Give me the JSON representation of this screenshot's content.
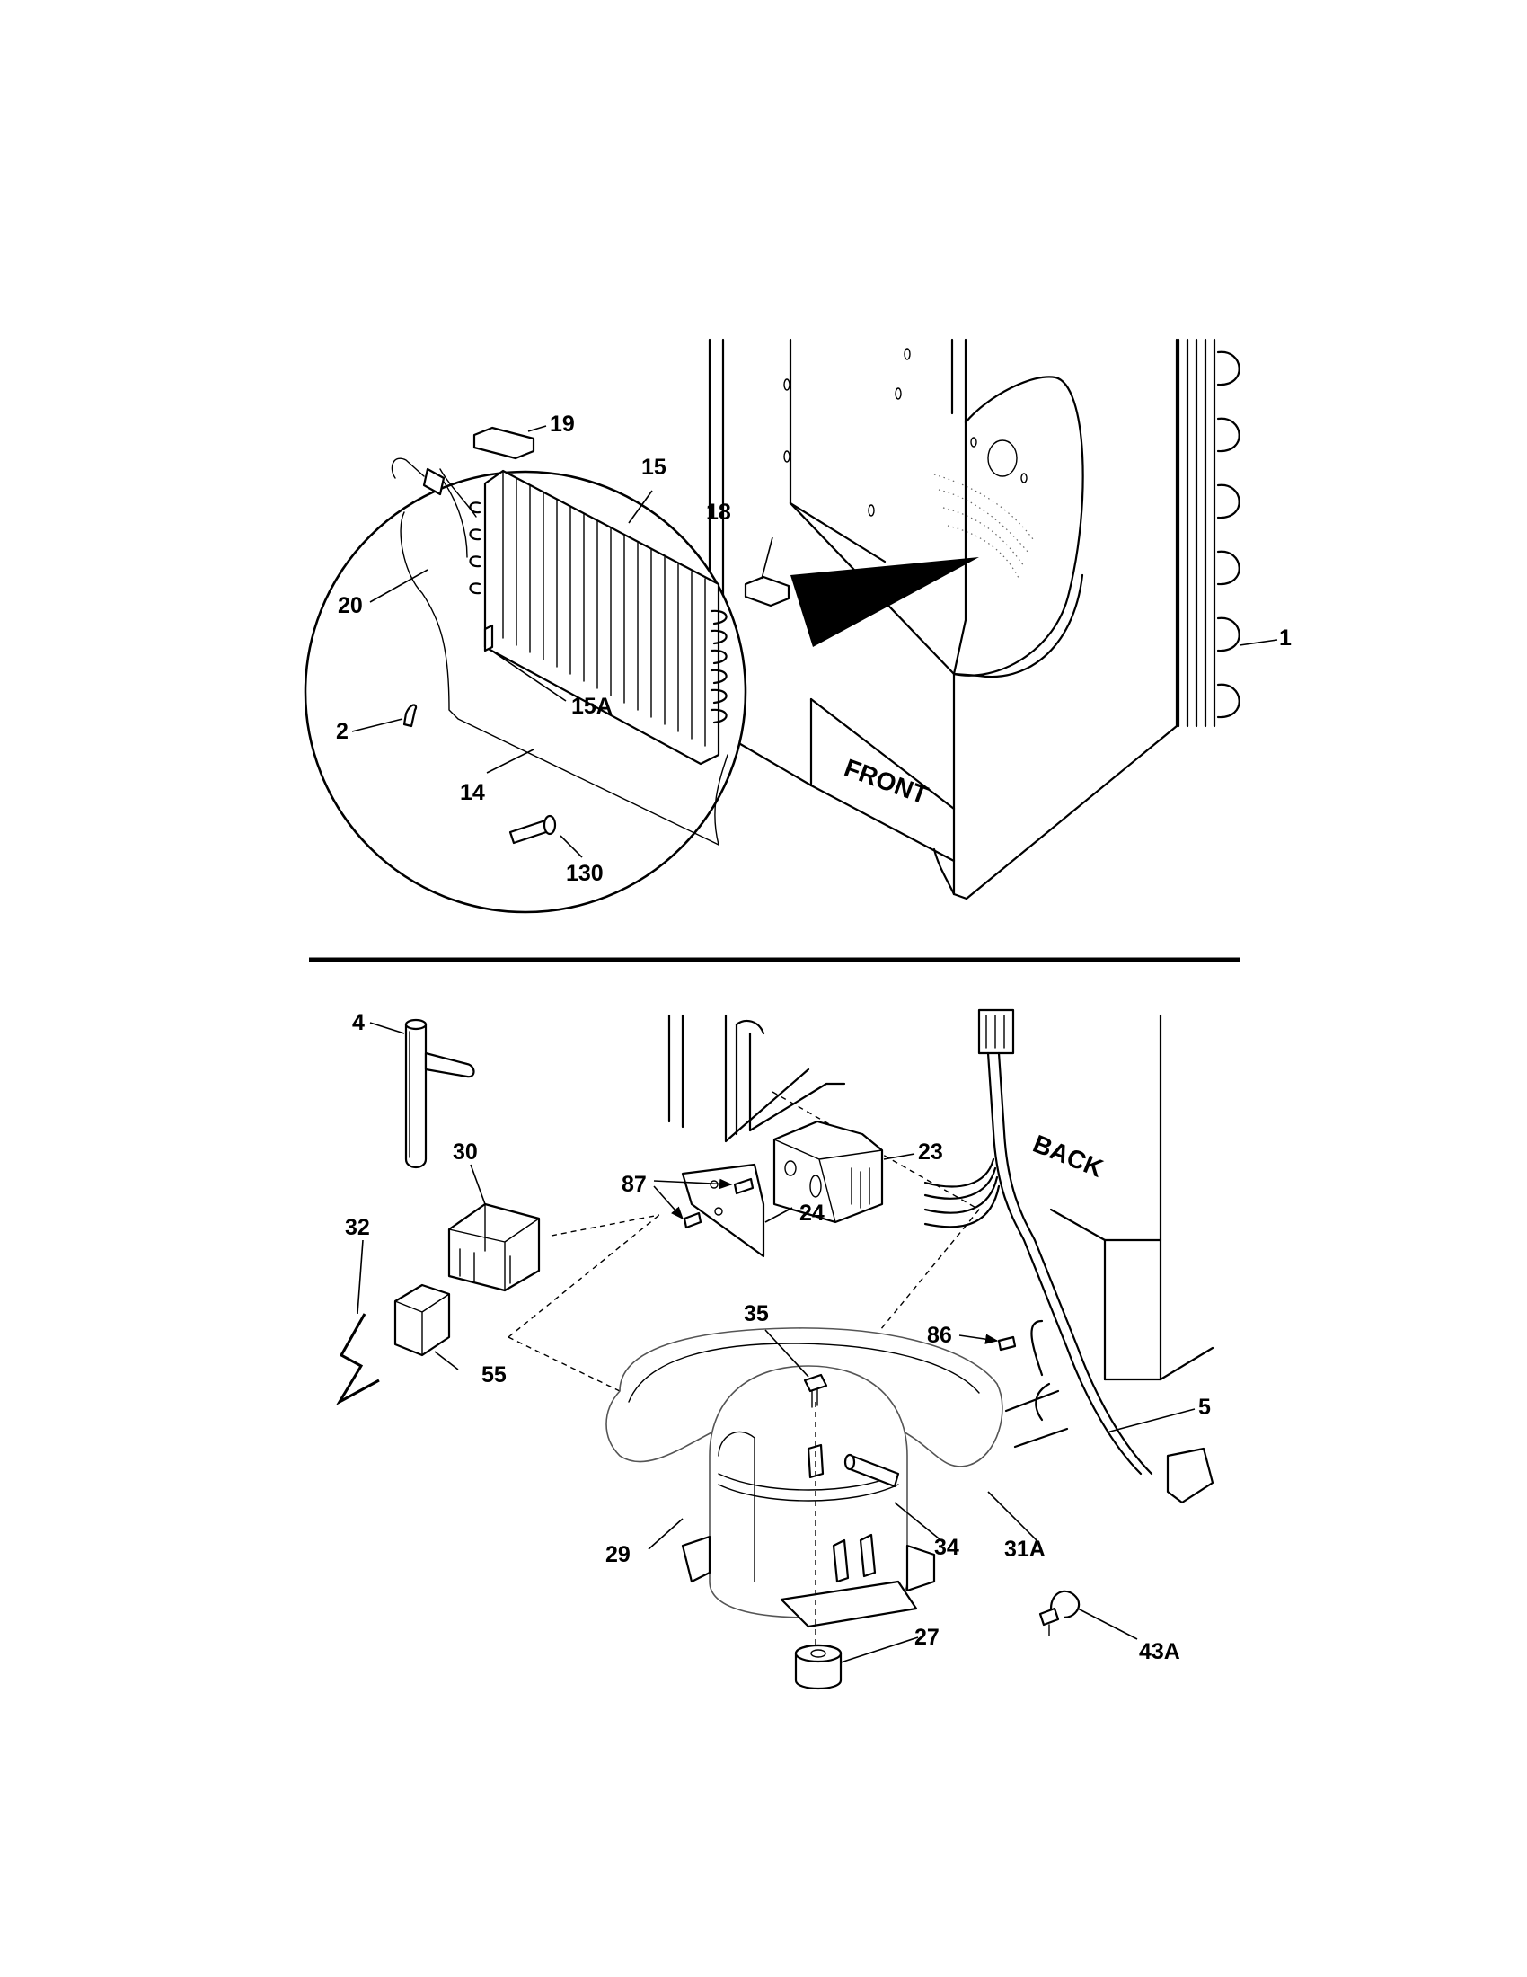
{
  "callouts": {
    "c1": "1",
    "c2": "2",
    "c4": "4",
    "c5": "5",
    "c14": "14",
    "c15": "15",
    "c15a": "15A",
    "c18": "18",
    "c19": "19",
    "c20": "20",
    "c23": "23",
    "c24": "24",
    "c27": "27",
    "c29": "29",
    "c30": "30",
    "c31a": "31A",
    "c32": "32",
    "c34": "34",
    "c35": "35",
    "c43a": "43A",
    "c55": "55",
    "c86": "86",
    "c87": "87",
    "c130": "130"
  },
  "orientation": {
    "front": "FRONT",
    "back": "BACK"
  }
}
